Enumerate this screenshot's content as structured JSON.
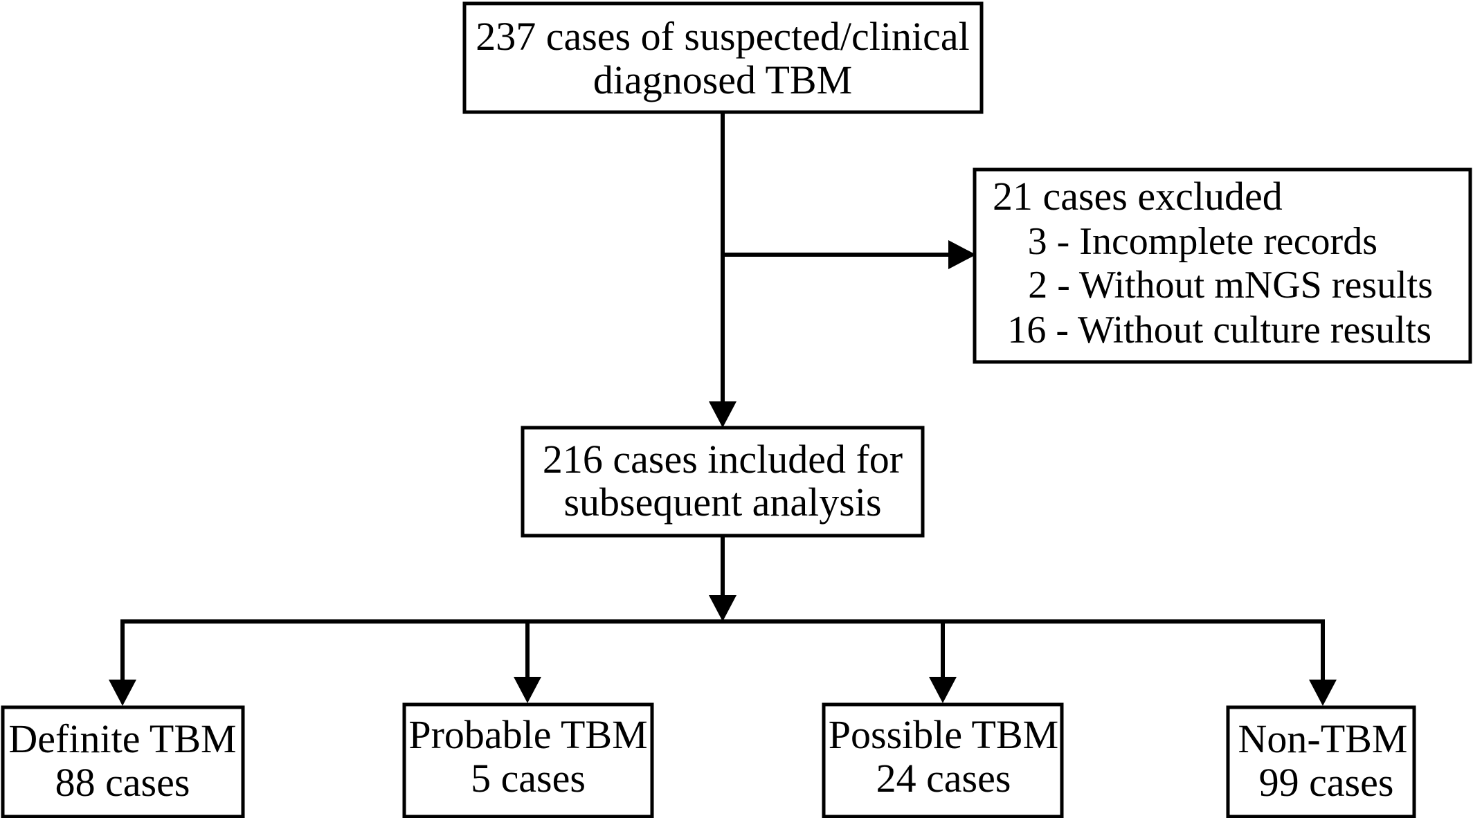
{
  "nodes": {
    "initial": {
      "lines": [
        "237 cases of suspected/clinical",
        "diagnosed TBM"
      ]
    },
    "excluded": {
      "title": "21 cases excluded",
      "items": [
        "3 - Incomplete records",
        "2 - Without mNGS results",
        "16 - Without culture results"
      ]
    },
    "included": {
      "lines": [
        "216 cases included for",
        "subsequent analysis"
      ]
    },
    "outcomes": [
      {
        "label": "Definite TBM",
        "count": "88 cases"
      },
      {
        "label": "Probable TBM",
        "count": "5 cases"
      },
      {
        "label": "Possible TBM",
        "count": "24 cases"
      },
      {
        "label": "Non-TBM",
        "count": "99 cases"
      }
    ]
  },
  "colors": {
    "stroke": "#000000",
    "background": "#ffffff"
  }
}
